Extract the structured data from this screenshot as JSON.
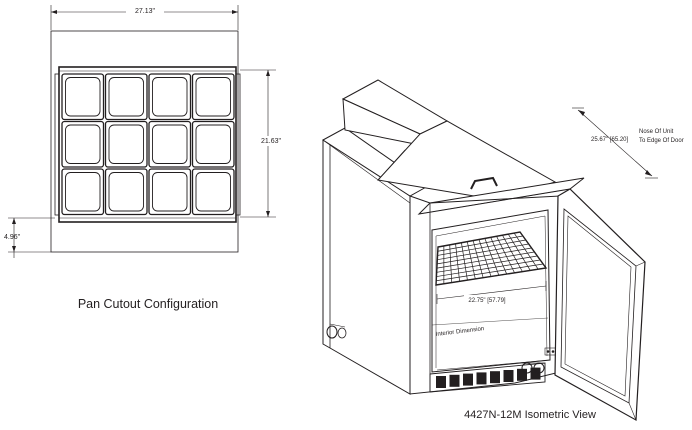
{
  "pan_cutout": {
    "width_label": "27.13\"",
    "depth_label": "21.63\"",
    "offset_label": "4.96\"",
    "caption": "Pan Cutout Configuration",
    "pan_rows": 3,
    "pan_cols": 4
  },
  "isometric": {
    "door_clearance_label": "25.67\" [65.20]",
    "note_line1": "Nose Of Unit",
    "note_line2": "To Edge Of Door",
    "interior_width_label": "22.75\" [57.79]",
    "interior_note": "Interior Dimension",
    "caption": "4427N-12M Isometric View"
  },
  "colors": {
    "line": "#231f20",
    "background": "#ffffff"
  }
}
